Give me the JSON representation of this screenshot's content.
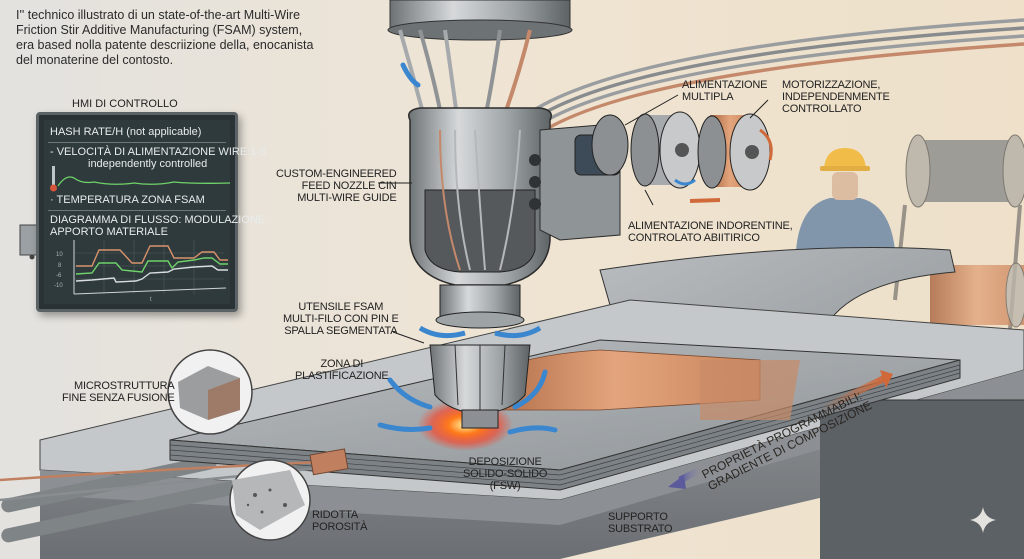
{
  "intro": {
    "lines": [
      "I'' technico illustrato di un state-of-the-art Multi-Wire",
      "Friction Stir Additive Manufacturing (FSAM) system,",
      "era based nolla patente descriizione della, enocanista",
      "del monaterine del contosto."
    ]
  },
  "hmi": {
    "title": "HMI DI CONTROLLO",
    "rows": {
      "hash_rate": "HASH RATE/H (not applicable)",
      "wire_speed": "- VELOCITÀ DI ALIMENTAZIONE WIRE 1-6",
      "wire_speed_sub": "independently controlled",
      "temperature": "· TEMPERATURA ZONA FSAM",
      "flow_title_1": "DIAGRAMMA DI FLUSSO: MODULAZIONE",
      "flow_title_2": "APPORTO MATERIALE"
    },
    "chart": {
      "y_ticks": [
        "10",
        "8",
        "-6",
        "-10"
      ],
      "x_label": "t",
      "series_colors": [
        "#d9926a",
        "#6fd36a",
        "#d8dde0"
      ]
    },
    "temperature_trace_color": "#6fd36a",
    "thermometer_color": "#d4553a"
  },
  "labels": {
    "nozzle": [
      "CUSTOM-ENGINEERED",
      "FEED NOZZLE CIN",
      "MULTI-WIRE GUIDE"
    ],
    "multi_feed": [
      "ALIMENTAZIONE",
      "MULTIPLA"
    ],
    "motor": [
      "MOTORIZZAZIONE,",
      "INDEPENDENMENTE",
      "CONTROLLATO"
    ],
    "indep_feed": [
      "ALIMENTAZIONE INDORENTINE,",
      "CONTROLATO ABIITIRICO"
    ],
    "tool": [
      "UTENSILE FSAM",
      "MULTI-FILO CON PIN E",
      "SPALLA SEGMENTATA"
    ],
    "plastic_zone": [
      "ZONA DI",
      "PLASTIFICAZIONE"
    ],
    "microstructure": [
      "MICROSTRUTTURA",
      "FINE SENZA FUSIONE"
    ],
    "deposition": [
      "DEPOSIZIONE",
      "SOLIDO-SOLIDO",
      "(FSW)"
    ],
    "porosity": [
      "RIDOTTA",
      "POROSITÀ"
    ],
    "substrate": [
      "SUPPORTO",
      "SUBSTRATO"
    ],
    "gradient": [
      "PROPRIETÀ PROGRAMMABILI:",
      "GRADIENTE DI COMPOSIZIONE"
    ]
  },
  "icons": {
    "sparkle": "sparkle-icon",
    "flow_arrows": "rotation-arrow-icon",
    "heat": "heat-glow-icon"
  },
  "colors": {
    "background": "#e9e4dc",
    "steel": "#a9adb0",
    "copper": "#c47a52",
    "arrow_blue": "#3a86cf",
    "heat_orange": "#ff5a1f",
    "helmet_yellow": "#f2b632",
    "worker_shirt": "#6f89a6"
  }
}
